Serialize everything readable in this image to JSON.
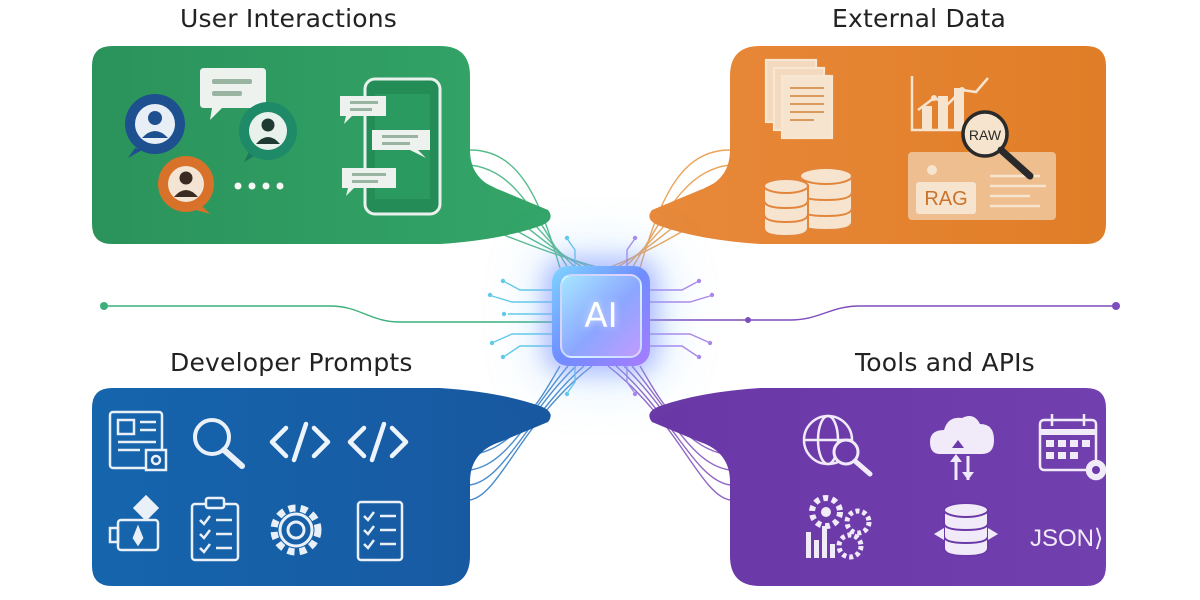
{
  "titles": {
    "user_interactions": "User Interactions",
    "external_data": "External Data",
    "developer_prompts": "Developer Prompts",
    "tools_and_apis": "Tools and APIs"
  },
  "center": {
    "label": "AI"
  },
  "external_data": {
    "raw_label": "RAW",
    "rag_label": "RAG"
  },
  "tools": {
    "json_label": "JSON⟩"
  },
  "colors": {
    "user_panel": "#2e9a61",
    "external_panel": "#e5852f",
    "developer_panel": "#165fa8",
    "tools_panel": "#6b3aa8",
    "chip_glow": "#8c96ff"
  },
  "icons": {
    "user_panel": [
      "user-avatar-blue-icon",
      "chat-bubble-icon",
      "user-avatar-teal-icon",
      "user-avatar-orange-icon",
      "typing-dots-icon",
      "phone-chat-icon"
    ],
    "external_panel": [
      "documents-stack-icon",
      "bar-chart-trend-icon",
      "magnifier-raw-icon",
      "database-icon",
      "rag-card-icon"
    ],
    "developer_panel": [
      "newspaper-icon",
      "search-icon",
      "code-tags-icon",
      "code-tags-icon",
      "plugin-icon",
      "clipboard-checklist-icon",
      "gear-icon",
      "checklist-icon"
    ],
    "tools_panel": [
      "globe-search-icon",
      "cloud-sync-icon",
      "calendar-icon",
      "gears-chart-icon",
      "database-sync-icon",
      "json-icon"
    ]
  }
}
